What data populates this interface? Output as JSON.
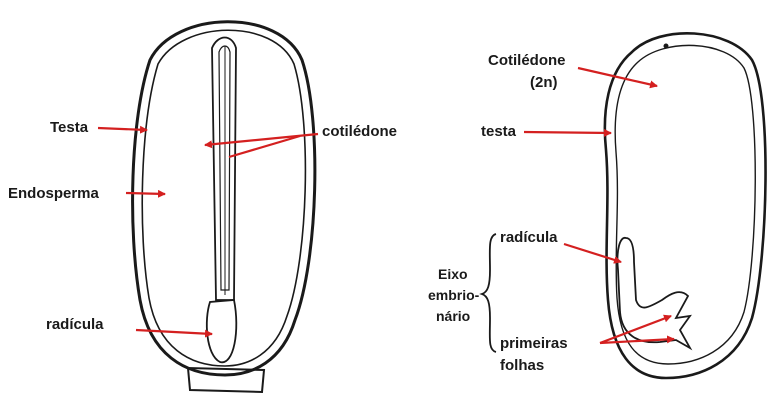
{
  "left_seed": {
    "labels": {
      "testa": "Testa",
      "endosperma": "Endosperma",
      "cotiledone": "cotilédone",
      "radicula": "radícula"
    }
  },
  "right_seed": {
    "labels": {
      "cotiledone": "Cotilédone",
      "ploidy": "(2n)",
      "testa": "testa",
      "radicula": "radícula",
      "eixo_line1": "Eixo",
      "eixo_line2": "embrio-",
      "eixo_line3": "nário",
      "primeiras": "primeiras",
      "folhas": "folhas"
    }
  },
  "colors": {
    "outline": "#1a1a1a",
    "arrow": "#d42020",
    "background": "#ffffff"
  }
}
